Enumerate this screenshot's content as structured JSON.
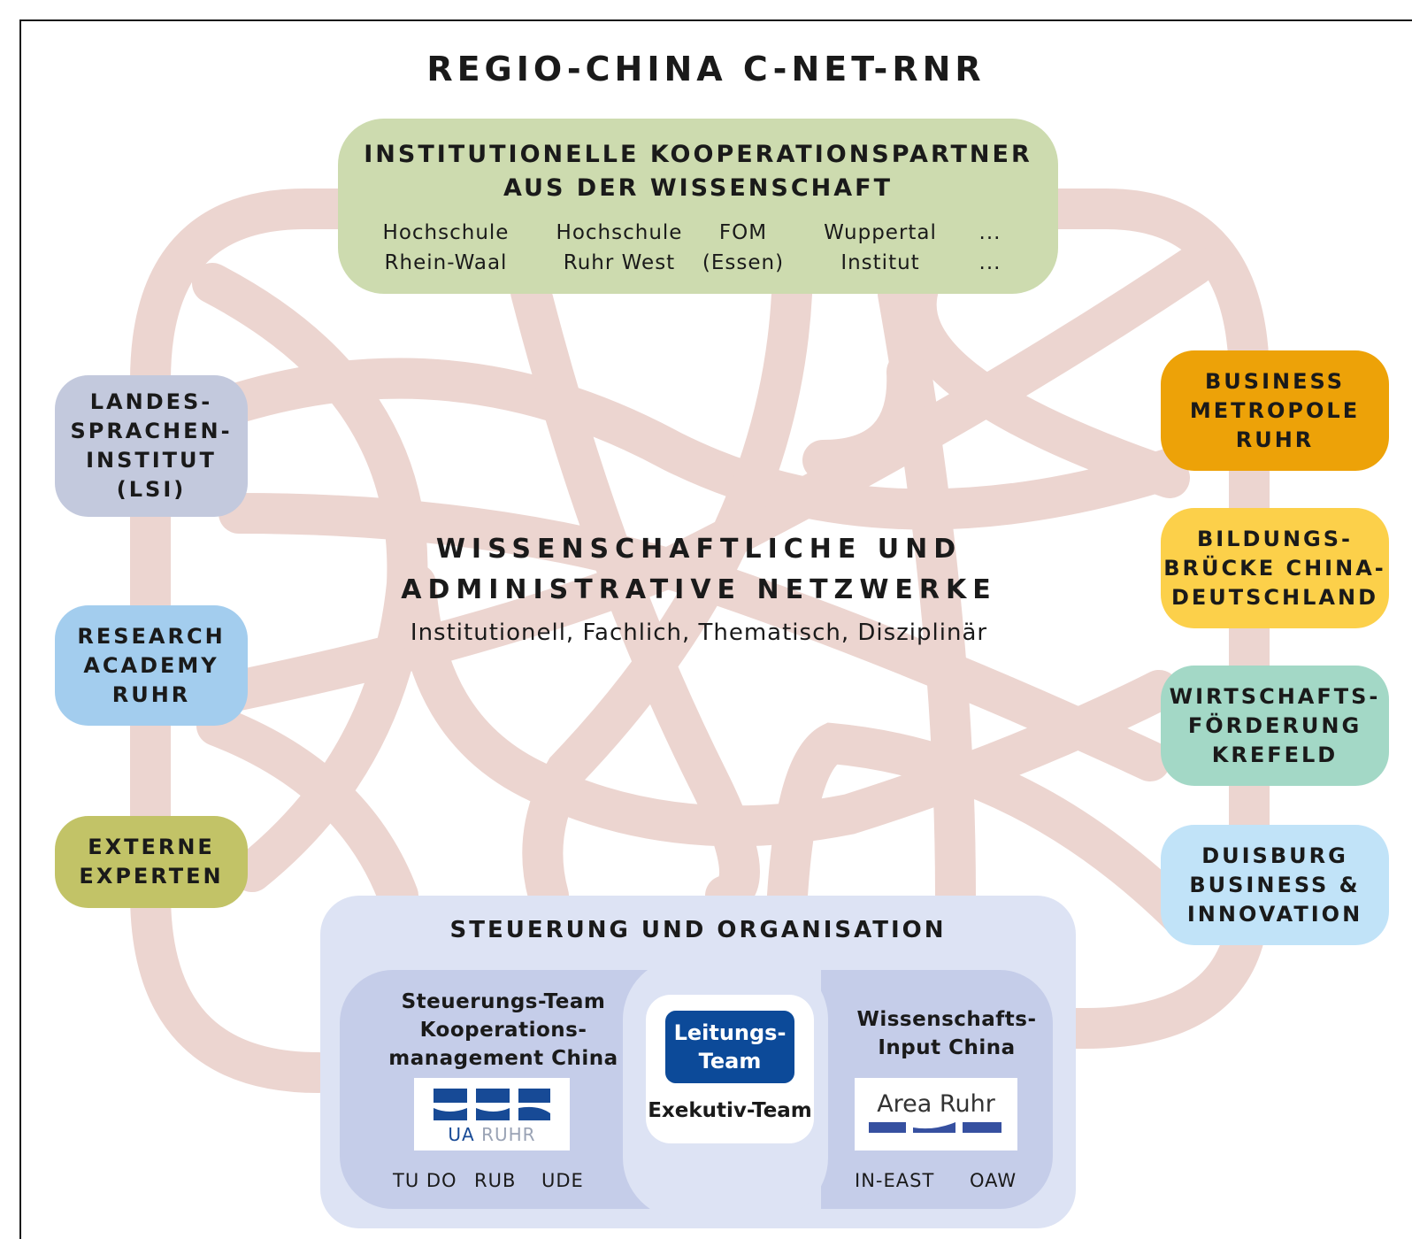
{
  "title": "REGIO-CHINA C-NET-RNR",
  "top": {
    "heading_line1": "INSTITUTIONELLE KOOPERATIONSPARTNER",
    "heading_line2": "AUS DER WISSENSCHAFT",
    "institutions": [
      {
        "line1": "Hochschule",
        "line2": "Rhein-Waal"
      },
      {
        "line1": "Hochschule",
        "line2": "Ruhr West"
      },
      {
        "line1": "FOM",
        "line2": "(Essen)"
      },
      {
        "line1": "Wuppertal",
        "line2": "Institut"
      },
      {
        "line1": "...",
        "line2": "..."
      }
    ]
  },
  "center": {
    "heading_line1": "WISSENSCHAFTLICHE UND",
    "heading_line2": "ADMINISTRATIVE NETZWERKE",
    "subtitle": "Institutionell, Fachlich, Thematisch, Disziplinär"
  },
  "left_nodes": [
    {
      "lines": [
        "LANDES-",
        "SPRACHEN-",
        "INSTITUT",
        "(LSI)"
      ],
      "color": "#c3c9dd"
    },
    {
      "lines": [
        "RESEARCH",
        "ACADEMY",
        "RUHR"
      ],
      "color": "#a3cdee"
    },
    {
      "lines": [
        "EXTERNE",
        "EXPERTEN"
      ],
      "color": "#c2c367"
    }
  ],
  "right_nodes": [
    {
      "lines": [
        "BUSINESS",
        "METROPOLE",
        "RUHR"
      ],
      "color": "#eda208"
    },
    {
      "lines": [
        "BILDUNGS-",
        "BRÜCKE CHINA-",
        "DEUTSCHLAND"
      ],
      "color": "#fcd04a"
    },
    {
      "lines": [
        "WIRTSCHAFTS-",
        "FÖRDERUNG",
        "KREFELD"
      ],
      "color": "#a3d8c6"
    },
    {
      "lines": [
        "DUISBURG",
        "BUSINESS &",
        "INNOVATION"
      ],
      "color": "#c1e3f8"
    }
  ],
  "bottom": {
    "heading": "STEUERUNG UND ORGANISATION",
    "left_panel": {
      "title_lines": [
        "Steuerungs-Team",
        "Kooperations-",
        "management China"
      ],
      "logo_ua": "UA",
      "logo_ruhr": "RUHR",
      "members": [
        "TU DO",
        "RUB",
        "UDE"
      ]
    },
    "center_panel": {
      "lead_lines": [
        "Leitungs-",
        "Team"
      ],
      "exec": "Exekutiv-Team"
    },
    "right_panel": {
      "title_lines": [
        "Wissenschafts-",
        "Input China"
      ],
      "logo_text": "Area Ruhr",
      "members": [
        "IN-EAST",
        "OAW"
      ]
    }
  },
  "colors": {
    "network_lines": "#ecd5d0",
    "top_box": "#cddbaf",
    "bottom_box": "#dde3f4",
    "bottom_panels": "#c5cde9",
    "lead_team": "#0c4a99"
  }
}
